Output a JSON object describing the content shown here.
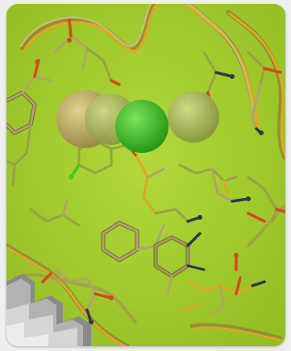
{
  "scene": {
    "subject": "protein-ligand-structure",
    "colors": {
      "background": "#a8d12e",
      "background_edge": "#8fb823",
      "carbon_tan": "#b4a36a",
      "carbon_gold": "#e0a723",
      "carbon_olive": "#9aa048",
      "oxygen": "#d24a1e",
      "nitrogen": "#2f3a44",
      "chlorine": "#43c81b",
      "sphere_tan": "#c5ad6a",
      "sphere_olive": "#a9b860",
      "sphere_green": "#3fbf2a",
      "corner_gray": "#8a8a8a"
    },
    "icons": [
      "atom-sphere",
      "stick-bond",
      "ribbon-backbone"
    ]
  }
}
